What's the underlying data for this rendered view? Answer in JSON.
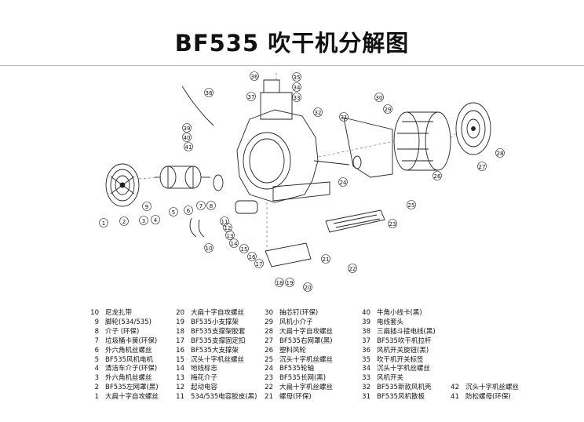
{
  "title": "BF535 吹干机分解图",
  "callouts": [
    "1",
    "2",
    "3",
    "4",
    "5",
    "6",
    "7",
    "8",
    "9",
    "10",
    "11",
    "12",
    "13",
    "14",
    "15",
    "16",
    "17",
    "18",
    "19",
    "20",
    "21",
    "22",
    "23",
    "24",
    "25",
    "26",
    "27",
    "28",
    "29",
    "30",
    "31",
    "32",
    "33",
    "34",
    "35",
    "36",
    "37",
    "38",
    "39",
    "40",
    "41"
  ],
  "parts": [
    {
      "no": "10",
      "name": "尼龙扎带"
    },
    {
      "no": "9",
      "name": "脚轮(534/535)"
    },
    {
      "no": "8",
      "name": "介子 (环保)"
    },
    {
      "no": "7",
      "name": "垃圾桶卡簧(环保)"
    },
    {
      "no": "6",
      "name": "外六角机丝螺丝"
    },
    {
      "no": "5",
      "name": "BF535风机电机"
    },
    {
      "no": "4",
      "name": "清洁车介子(环保)"
    },
    {
      "no": "3",
      "name": "外六角机丝螺丝"
    },
    {
      "no": "2",
      "name": "BF535左网罩(黑)"
    },
    {
      "no": "1",
      "name": "大扁十字自攻螺丝"
    },
    {
      "no": "20",
      "name": "大扁十字自攻螺丝"
    },
    {
      "no": "19",
      "name": "BF535小支撑架"
    },
    {
      "no": "18",
      "name": "BF535支撑架胶套"
    },
    {
      "no": "17",
      "name": "BF535支撑固定扣"
    },
    {
      "no": "16",
      "name": "BF535大支撑架"
    },
    {
      "no": "15",
      "name": "沉头十字机丝螺丝"
    },
    {
      "no": "14",
      "name": "地线标志"
    },
    {
      "no": "13",
      "name": "梅花介子"
    },
    {
      "no": "12",
      "name": "起动电容"
    },
    {
      "no": "11",
      "name": "534/535电容胶皮(黑)"
    },
    {
      "no": "30",
      "name": "抽芯钉(环保)"
    },
    {
      "no": "29",
      "name": "风机小介子"
    },
    {
      "no": "28",
      "name": "大扁十字自攻螺丝"
    },
    {
      "no": "27",
      "name": "BF535右网罩(黑)"
    },
    {
      "no": "26",
      "name": "塑料风轮"
    },
    {
      "no": "25",
      "name": "沉头十字机丝螺丝"
    },
    {
      "no": "24",
      "name": "BF535轮轴"
    },
    {
      "no": "23",
      "name": "BF535长网(黑)"
    },
    {
      "no": "22",
      "name": "大扁十字机丝螺丝"
    },
    {
      "no": "21",
      "name": "螺母(环保)"
    },
    {
      "no": "40",
      "name": "牛角小线卡(黑)"
    },
    {
      "no": "39",
      "name": "电线套头"
    },
    {
      "no": "38",
      "name": "三扁插斗接电线(黑)"
    },
    {
      "no": "37",
      "name": "BF535吹干机拉杆"
    },
    {
      "no": "36",
      "name": "风机开关旋钮(黑)"
    },
    {
      "no": "35",
      "name": "吹干机开关标签"
    },
    {
      "no": "34",
      "name": "沉头十字机丝螺丝"
    },
    {
      "no": "33",
      "name": "风机开关"
    },
    {
      "no": "32",
      "name": "BF535新款风机壳"
    },
    {
      "no": "31",
      "name": "BF535风机散板"
    },
    {
      "no": "42",
      "name": "沉头十字机丝螺丝"
    },
    {
      "no": "41",
      "name": "防松螺母(环保)"
    }
  ]
}
